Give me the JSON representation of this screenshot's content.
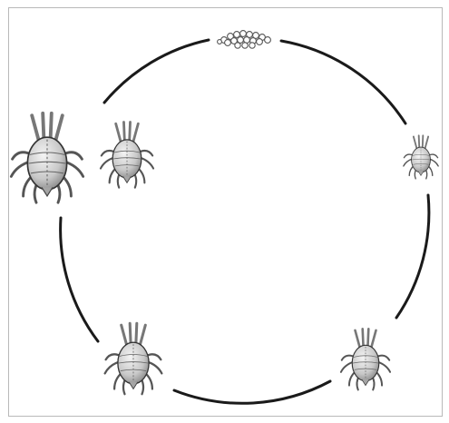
{
  "diagram": {
    "type": "life-cycle",
    "stages": [
      {
        "id": "eggs",
        "icon": "egg-cluster-icon"
      },
      {
        "id": "larva",
        "icon": "six-legged-mite-icon"
      },
      {
        "id": "protonymph",
        "icon": "nymph-mite-icon"
      },
      {
        "id": "tritonymph",
        "icon": "nymph-mite-icon"
      },
      {
        "id": "adult-male",
        "icon": "small-adult-mite-icon"
      },
      {
        "id": "adult-female",
        "icon": "large-adult-mite-icon"
      }
    ],
    "colors": {
      "line": "#1a1a1a",
      "body": "#d6d6d6",
      "shade": "#8a8a8a",
      "border": "#b9b9b9"
    }
  }
}
